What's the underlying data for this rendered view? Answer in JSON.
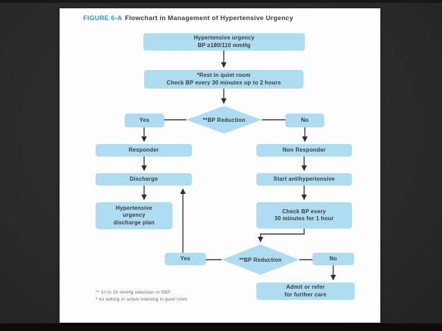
{
  "slide": {
    "title": {
      "figure_label": "FIGURE 6-A",
      "title_text": "Flowchart in Management of Hypertensive Urgency"
    },
    "nodes": {
      "start": "Hypertensive urgency\nBP ≥180/110 mmHg",
      "rest": "*Rest in quiet room\nCheck BP every 30 minutes up to 2 hours",
      "decision1": "**BP Reduction",
      "yes1": "Yes",
      "no1": "No",
      "responder": "Responder",
      "non_responder": "Non Responder",
      "discharge": "Discharge",
      "start_antihypertensive": "Start antihypertensive",
      "discharge_plan": "Hypertensive\nurgency\ndischarge plan",
      "check_bp": "Check BP every\n30 minutes for 1 hour",
      "decision2": "**BP Reduction",
      "yes2": "Yes",
      "no2": "No",
      "admit": "Admit or refer\nfor further care"
    },
    "footnotes": [
      "** 10 to 20 mmHg reduction in SBP",
      "* no talking or active listening in quiet room"
    ]
  },
  "colors": {
    "page_bg": "#2b2b2b",
    "slide_bg": "#fdfdfd",
    "node_fill": "#aedcf1",
    "node_text": "#3b3b3b",
    "connector": "#333333",
    "title_accent": "#2f96cf",
    "title_text": "#3d3d3d",
    "footnote_text": "#6a6a6a"
  }
}
